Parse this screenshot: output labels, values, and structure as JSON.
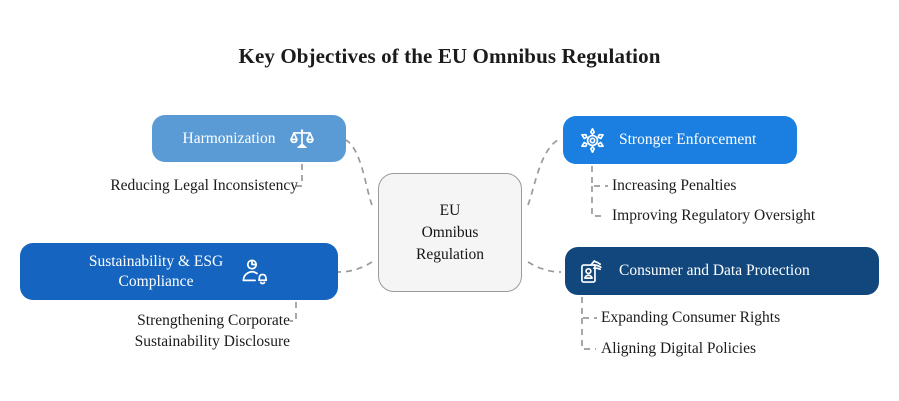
{
  "title": "Key Objectives of the EU Omnibus Regulation",
  "center": {
    "label": "EU\nOmnibus\nRegulation",
    "fill": "#f5f5f5",
    "border": "#9b9b9b"
  },
  "branches": [
    {
      "key": "harmonization",
      "label": "Harmonization",
      "icon": "scales-of-justice-icon",
      "icon_side": "right",
      "color": "#5b9bd5",
      "items": [
        "Reducing Legal Inconsistency"
      ]
    },
    {
      "key": "enforcement",
      "label": "Stronger Enforcement",
      "icon": "sheriff-badge-icon",
      "icon_side": "left",
      "color": "#1a7fe0",
      "items": [
        "Increasing Penalties",
        "Improving Regulatory Oversight"
      ]
    },
    {
      "key": "sustainability",
      "label": "Sustainability & ESG\nCompliance",
      "icon": "person-notification-icon",
      "icon_side": "right",
      "color": "#1565c0",
      "items": [
        "Strengthening Corporate\nSustainability Disclosure"
      ]
    },
    {
      "key": "consumer",
      "label": "Consumer and Data Protection",
      "icon": "id-badge-icon",
      "icon_side": "left",
      "color": "#12477e",
      "items": [
        "Expanding Consumer Rights",
        "Aligning Digital Policies"
      ]
    }
  ],
  "connector": {
    "color": "#9a9a9a",
    "style": "dashed"
  },
  "background": "#ffffff"
}
